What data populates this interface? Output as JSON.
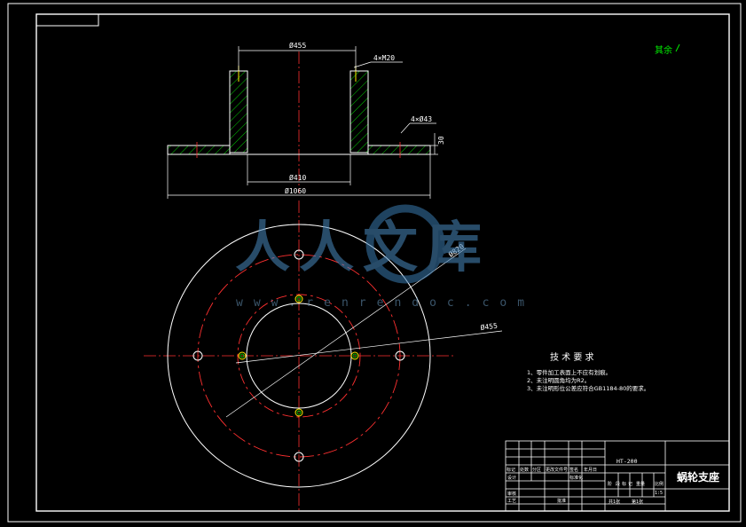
{
  "sheet": {
    "corner_label": "其余",
    "top_view": {
      "dim_top_diameter": "Ø455",
      "dim_bolt_thread": "4×M20",
      "dim_hole": "4×Ø43",
      "dim_flange_thickness": "30",
      "dim_bore": "Ø410",
      "dim_outer": "Ø1060"
    },
    "plan_view": {
      "dim_bolt_circle": "Ø820",
      "dim_hub_circle": "Ø455"
    },
    "tech_requirements": {
      "title": "技 术 要 求",
      "items": [
        "1、零件加工表面上不应有划痕。",
        "2、未注明圆角均为R2。",
        "3、未注明形位公差应符合GB1184-80的要求。"
      ]
    },
    "title_block": {
      "material": "HT-200",
      "part_name": "蜗轮支座",
      "header_cells": [
        "标记",
        "处数",
        "分区",
        "更改文件号",
        "签名",
        "年月日"
      ],
      "row_labels": [
        "设计",
        "审核",
        "工艺"
      ],
      "standard_label": "标准化",
      "approve_label": "批准",
      "stage_labels": [
        "阶",
        "段",
        "标",
        "记",
        "重量",
        "比例"
      ],
      "scale": "1:5",
      "sheet_info": "共1张",
      "sheet_no": "第1张"
    },
    "watermark": {
      "text": "人人文库",
      "url": "www.renrendoc.com"
    }
  }
}
